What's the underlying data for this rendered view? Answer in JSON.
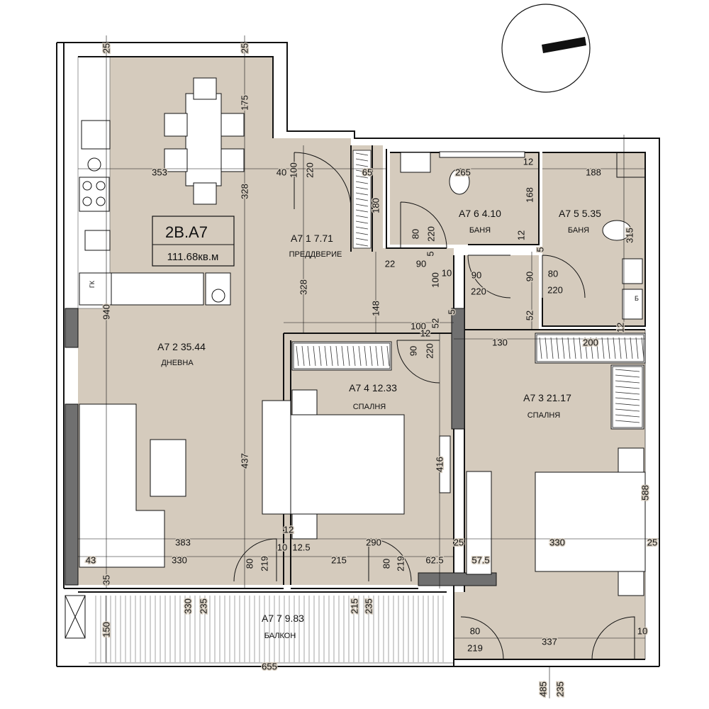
{
  "unit": {
    "code": "2B.A7",
    "total_area": "111.68кв.м"
  },
  "rooms": {
    "entry": {
      "label": "А7 1    7.71",
      "name": "ПРЕДДВЕРИЕ"
    },
    "living": {
      "label": "А7 2 35.44",
      "name": "ДНЕВНА"
    },
    "bedroom2": {
      "label": "А7 3 21.17",
      "name": "СПАЛНЯ"
    },
    "bedroom1": {
      "label": "А7 4 12.33",
      "name": "СПАЛНЯ"
    },
    "bath2": {
      "label": "А7 5 5.35",
      "name": "БАНЯ"
    },
    "bath1": {
      "label": "А7 6 4.10",
      "name": "БАНЯ"
    },
    "balcony": {
      "label": "А7 7 9.83",
      "name": "БАЛКОН"
    }
  },
  "symbols": {
    "hob": "ГК",
    "boiler": "Б"
  },
  "dimensions": {
    "living_top_left": "25",
    "living_top_right": "25",
    "kitchen_175": "175",
    "living_353": "353",
    "living_40": "40",
    "living_328_left": "328",
    "living_940": "940",
    "living_437": "437",
    "living_383": "383",
    "living_43": "43",
    "living_330": "330",
    "living_35": "35",
    "entry_door_100": "100",
    "entry_door_220": "220",
    "entry_65": "65",
    "entry_180": "180",
    "entry_328": "328",
    "entry_148": "148",
    "entry_22": "22",
    "entry_90": "90",
    "entry_10a": "10",
    "entry_100v": "100",
    "entry_100h": "100",
    "entry_52a": "52",
    "entry_5a": "5",
    "entry_5b": "5",
    "bath1_265": "265",
    "bath1_12": "12",
    "bath1_168": "168",
    "bath1_door80": "80",
    "bath1_door220": "220",
    "bath1_12b": "12",
    "bath2_188": "188",
    "bath2_315": "315",
    "bath2_door90": "90",
    "bath2_door80": "80",
    "bath2_door220": "220",
    "bath2_52": "52",
    "bath2_5": "5",
    "door_90a": "90",
    "door_220a": "220",
    "bed1_90": "90",
    "bed1_220": "220",
    "bed1_12": "12",
    "bed1_416": "416",
    "bed1_12b": "12",
    "bed1_10": "10",
    "bed1_12_5": "12.5",
    "bed1_290": "290",
    "bed1_215": "215",
    "bed1_80": "80",
    "bed1_219": "219",
    "bed1_62_5": "62.5",
    "liv_door80": "80",
    "liv_door219": "219",
    "bed2_130": "130",
    "bed2_200": "200",
    "bed2_12": "12",
    "bed2_588": "588",
    "bed2_25a": "25",
    "bed2_330": "330",
    "bed2_25b": "25",
    "bed2_57_5": "57.5",
    "balc_330": "330",
    "balc_235a": "235",
    "balc_215": "215",
    "balc_235b": "235",
    "balc_150": "150",
    "balc_655": "655",
    "balc_80": "80",
    "balc_219": "219",
    "balc_337": "337",
    "balc_10": "10",
    "bottom_485": "485",
    "bottom_235": "235"
  },
  "colors": {
    "floor": "#d5cbbd",
    "wall": "#707070",
    "window": "#4d4d4d",
    "line": "#111111",
    "background": "#ffffff"
  }
}
